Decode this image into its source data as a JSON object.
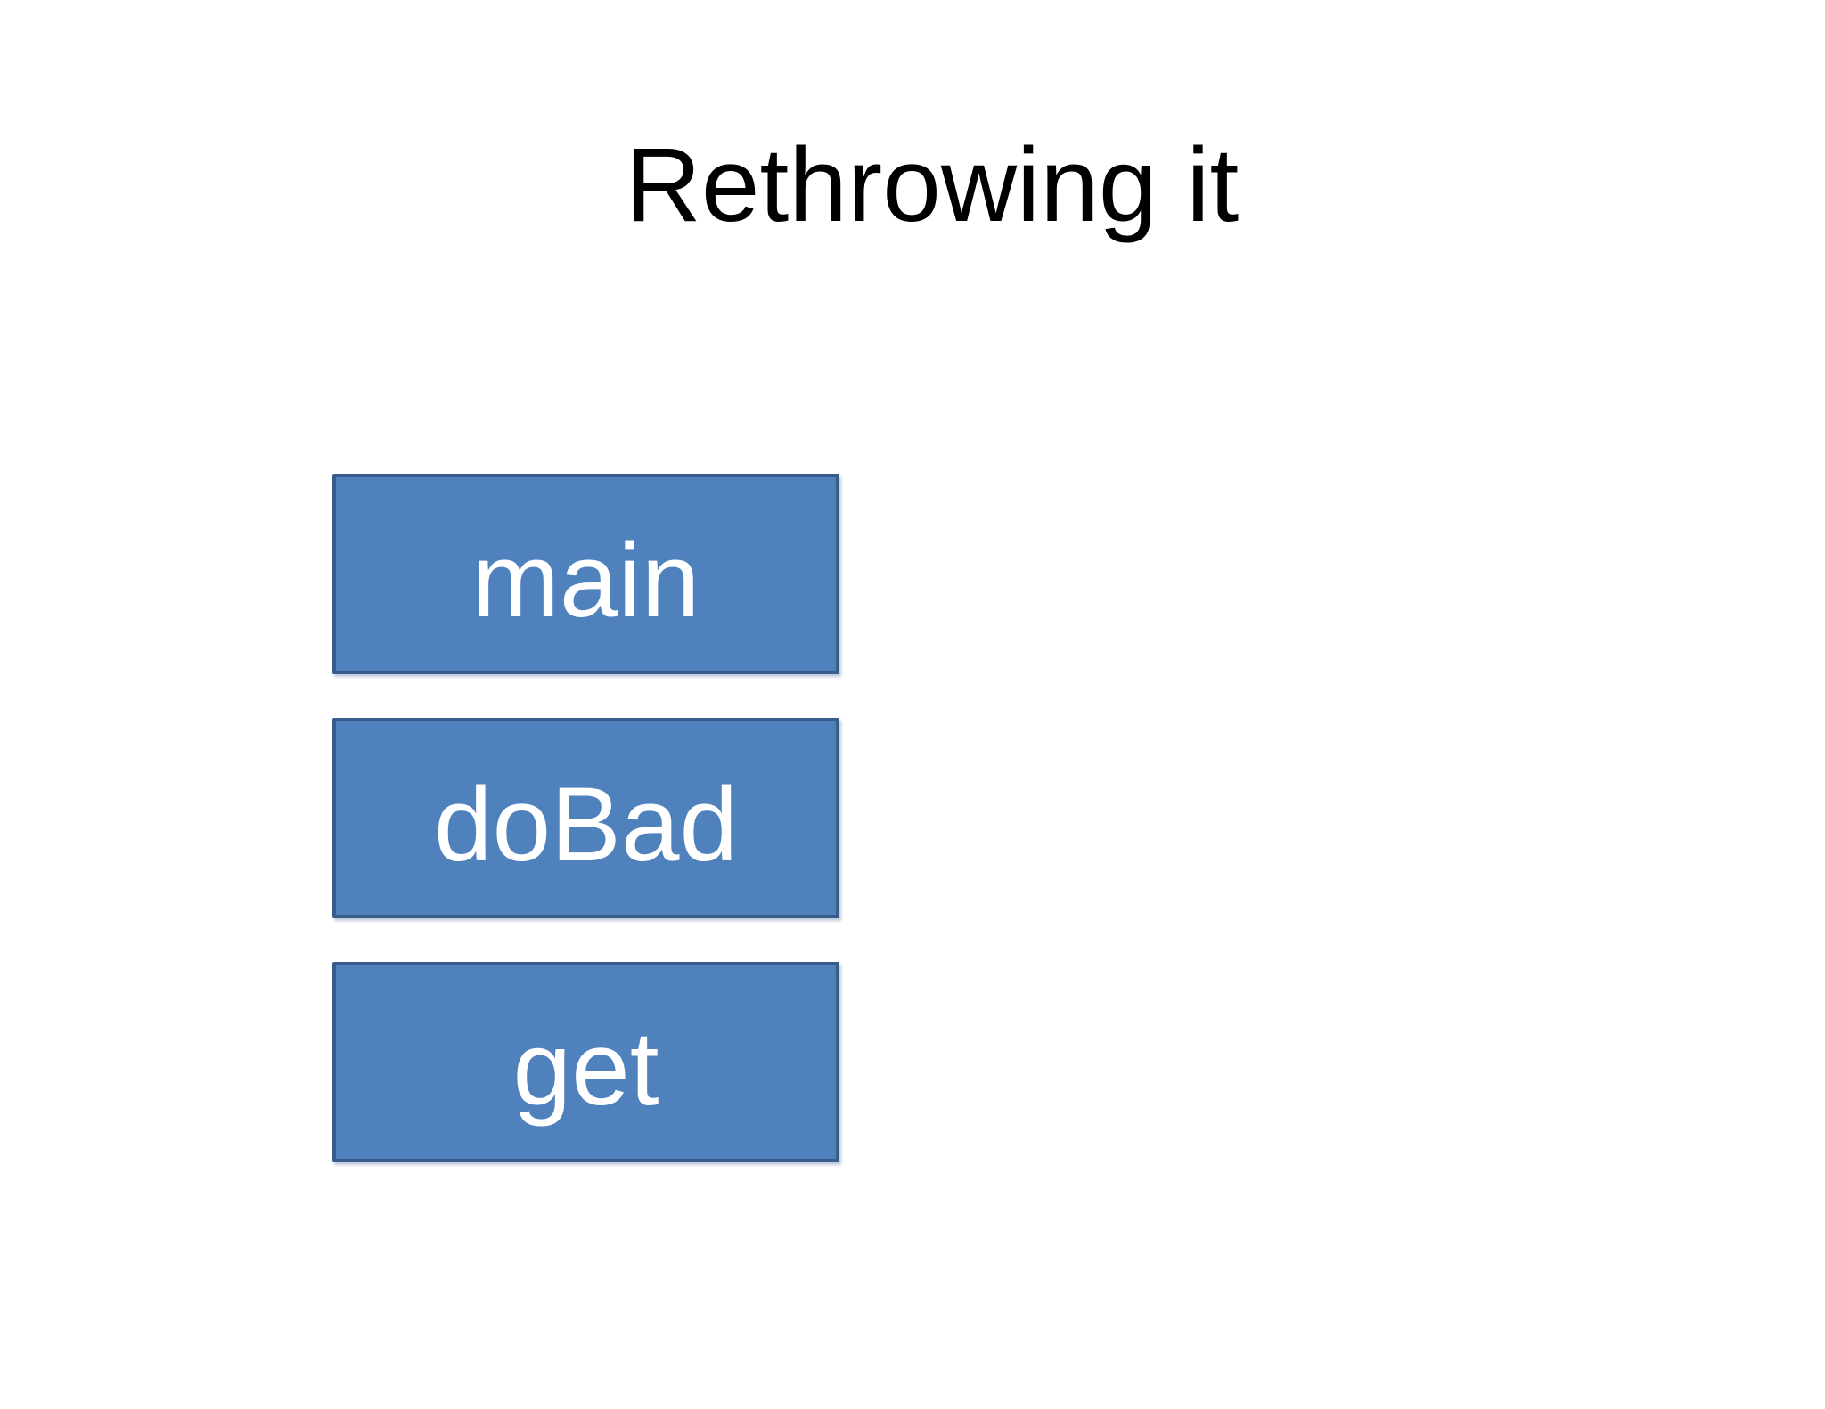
{
  "slide": {
    "title": "Rethrowing it",
    "boxes": [
      {
        "label": "main"
      },
      {
        "label": "doBad"
      },
      {
        "label": "get"
      }
    ],
    "colors": {
      "background": "#FFFFFF",
      "title_text": "#000000",
      "box_fill": "#4F81BD",
      "box_border": "#385D8A",
      "box_label_text": "#FFFFFF"
    }
  }
}
